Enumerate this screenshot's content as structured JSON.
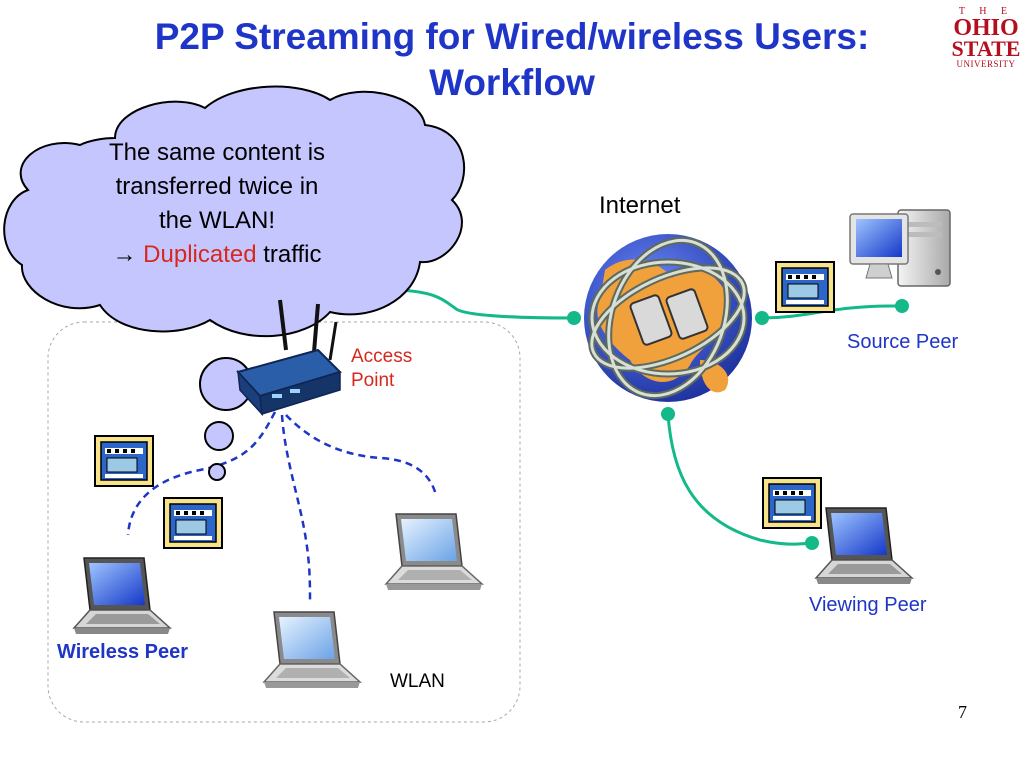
{
  "title": {
    "line1": "P2P Streaming for Wired/wireless Users:",
    "line2": "Workflow"
  },
  "logo": {
    "the": "T H E",
    "ohio": "OHIO",
    "state": "STATE",
    "university": "UNIVERSITY"
  },
  "cloud": {
    "line1": "The same content is",
    "line2": "transferred twice in",
    "line3": "the WLAN!",
    "arrow": "→",
    "highlight": "Duplicated",
    "tail": "traffic"
  },
  "labels": {
    "internet": "Internet",
    "access_point_1": "Access",
    "access_point_2": "Point",
    "source_peer": "Source Peer",
    "viewing_peer": "Viewing Peer",
    "wireless_peer": "Wireless Peer",
    "wlan": "WLAN"
  },
  "page_number": "7",
  "colors": {
    "title": "#1f35c8",
    "highlight": "#d6281e",
    "wired_link": "#14b98a",
    "wireless_link": "#1f35c8"
  }
}
